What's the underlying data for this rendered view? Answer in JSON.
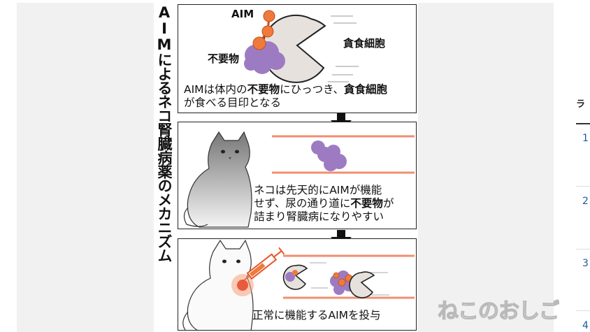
{
  "figure": {
    "title": "AIMによるネコ腎臓病薬のメカニズム",
    "panel1": {
      "label_aim": "AIM",
      "label_waste": "不要物",
      "label_cell": "貪食細胞",
      "caption_line1_prefix": "AIMは体内の",
      "caption_line1_bold": "不要物",
      "caption_line1_mid": "にひっつき、",
      "caption_line1_bold2": "貪食細胞",
      "caption_line2": "が食べる目印となる"
    },
    "panel2": {
      "line1": "ネコは先天的にAIMが機能",
      "line2_prefix": "せず、尿の通り道に",
      "line2_bold": "不要物",
      "line2_suffix": "が",
      "line3": "詰まり腎臓病になりやすい"
    },
    "panel3": {
      "caption": "正常に機能するAIMを投与"
    }
  },
  "watermark": "ねこのおしごと",
  "sidebar": {
    "title": "ラ",
    "numbers": [
      "1",
      "2",
      "3",
      "4"
    ]
  },
  "colors": {
    "aim_orange": "#f07a3c",
    "waste_purple": "#9d7bc2",
    "cell_gray": "#e6e1dd",
    "vessel_line": "#f08f70",
    "link_blue": "#1a5b9a"
  }
}
